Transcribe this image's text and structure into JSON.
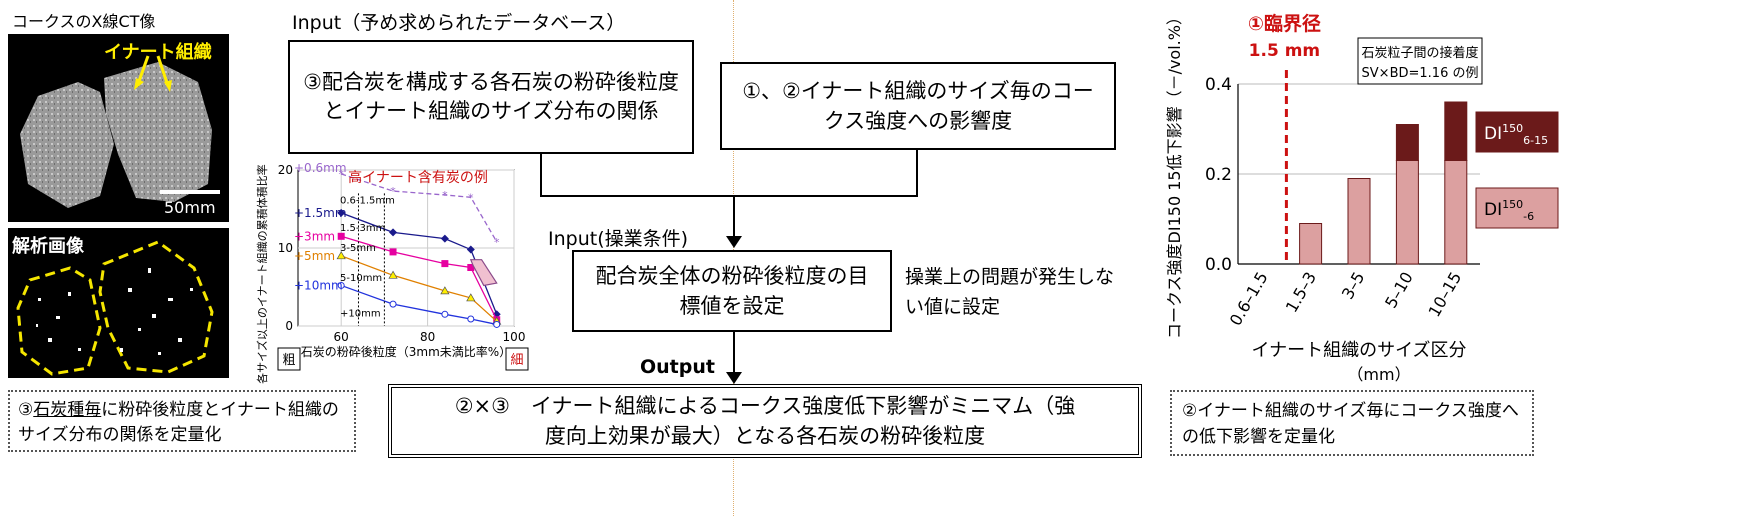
{
  "left": {
    "ct_title": "コークスのX線CT像",
    "inert_label": "イナート組織",
    "scale_label": "50mm",
    "analysis_title": "解析画像",
    "note_prefix": "③",
    "note_underlined": "石炭種毎",
    "note_rest": "に粉砕後粒度とイナート組織のサイズ分布の関係を定量化"
  },
  "center": {
    "input_db_label": "Input（予め求められたデータベース）",
    "box3_text": "③配合炭を構成する各石炭の粉砕後粒度とイナート組織のサイズ分布の関係",
    "box12_text": "①、②イナート組織のサイズ毎のコークス強度への影響度",
    "input_op_label": "Input(操業条件)",
    "target_box_text": "配合炭全体の粉砕後粒度の目標値を設定",
    "side_note": "操業上の問題が発生しない値に設定",
    "output_label": "Output",
    "output_text": "②×③　イナート組織によるコークス強度低下影響がミニマム（強度向上効果が最大）となる各石炭の粉砕後粒度"
  },
  "chart_data": [
    {
      "type": "line",
      "title": "高イナート含有炭の例",
      "xlabel": "石炭の粉砕後粒度（3mm未満比率%）",
      "ylabel": "各サイズ以上のイナート組織の累積体積比率（vol.%）",
      "xlim": [
        50,
        100
      ],
      "ylim": [
        0,
        20
      ],
      "xticks": [
        60,
        80,
        100
      ],
      "yticks": [
        0,
        10,
        20
      ],
      "coarse_label": "粗",
      "fine_label": "細",
      "band_labels": [
        "0.6-1.5mm",
        "1.5-3mm",
        "3-5mm",
        "5-10mm",
        "+10mm"
      ],
      "series": [
        {
          "name": "+0.6mm",
          "color": "#9966cc",
          "dashed": true,
          "x": [
            60,
            72,
            84,
            90,
            96
          ],
          "y": [
            19.5,
            17.3,
            16.8,
            16.5,
            10.8
          ]
        },
        {
          "name": "+1.5mm",
          "color": "#1a1a8c",
          "dashed": false,
          "x": [
            60,
            72,
            84,
            90,
            96
          ],
          "y": [
            14.5,
            12.0,
            11.2,
            9.8,
            1.5
          ]
        },
        {
          "name": "+3mm",
          "color": "#e600a0",
          "dashed": false,
          "x": [
            60,
            72,
            84,
            90,
            96
          ],
          "y": [
            11.5,
            9.5,
            8.0,
            7.5,
            0.8
          ]
        },
        {
          "name": "+5mm",
          "color": "#e08000",
          "dashed": false,
          "x": [
            60,
            72,
            84,
            90,
            96
          ],
          "y": [
            9.0,
            6.5,
            4.5,
            3.6,
            0.6
          ]
        },
        {
          "name": "+10mm",
          "color": "#2233dd",
          "dashed": false,
          "x": [
            60,
            72,
            84,
            90,
            96
          ],
          "y": [
            5.2,
            2.8,
            1.5,
            0.9,
            0.2
          ]
        }
      ]
    },
    {
      "type": "bar",
      "categories": [
        "0.6–1.5",
        "1.5–3",
        "3–5",
        "5–10",
        "10–15"
      ],
      "series": [
        {
          "name": "DI150-6",
          "color": "#dca0a0",
          "values": [
            0.0,
            0.09,
            0.19,
            0.23,
            0.23
          ]
        },
        {
          "name": "DI150 6-15",
          "color": "#6b1a1a",
          "values": [
            0.0,
            0.0,
            0.0,
            0.08,
            0.13
          ]
        }
      ],
      "ylim": [
        0,
        0.4
      ],
      "yticks": [
        "0.0",
        "0.2",
        "0.4"
      ],
      "xlabel": "イナート組織のサイズ区分",
      "xunit": "（mm）",
      "ylabel": "コークス強度DI150 15低下影響（－/vol.%）",
      "critical_title": "①臨界径",
      "critical_value": "1.5 mm",
      "critical_x": 1.5,
      "legend_box": [
        "石炭粒子間の接着度",
        "SV×BD=1.16 の例"
      ],
      "label_top": {
        "main": "DI",
        "sup": "150",
        "sub": "6-15"
      },
      "label_bottom": {
        "main": "DI",
        "sup": "150",
        "sub": "-6"
      }
    }
  ],
  "right": {
    "note_text": "②イナート組織のサイズ毎にコークス強度への低下影響を定量化"
  },
  "colors": {
    "critical": "#cc1111",
    "inert_label": "#ffee00",
    "dashed_outline": "#f5e600",
    "divider": "#e0b070"
  }
}
